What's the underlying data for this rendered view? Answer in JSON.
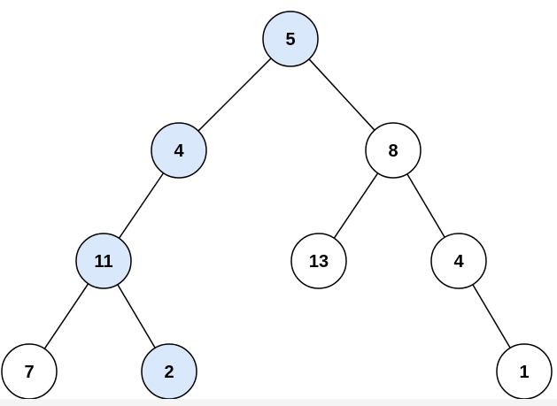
{
  "colors": {
    "highlight_fill": "#dae8fc",
    "normal_fill": "#ffffff",
    "stroke": "#000000"
  },
  "tree": {
    "nodes": [
      {
        "id": "n5",
        "label": "5",
        "highlighted": true
      },
      {
        "id": "n4a",
        "label": "4",
        "highlighted": true
      },
      {
        "id": "n8",
        "label": "8",
        "highlighted": false
      },
      {
        "id": "n11",
        "label": "11",
        "highlighted": true
      },
      {
        "id": "n13",
        "label": "13",
        "highlighted": false
      },
      {
        "id": "n4b",
        "label": "4",
        "highlighted": false
      },
      {
        "id": "n7",
        "label": "7",
        "highlighted": false
      },
      {
        "id": "n2",
        "label": "2",
        "highlighted": true
      },
      {
        "id": "n1",
        "label": "1",
        "highlighted": false
      }
    ],
    "edges": [
      [
        "n5",
        "n4a"
      ],
      [
        "n5",
        "n8"
      ],
      [
        "n4a",
        "n11"
      ],
      [
        "n8",
        "n13"
      ],
      [
        "n8",
        "n4b"
      ],
      [
        "n11",
        "n7"
      ],
      [
        "n11",
        "n2"
      ],
      [
        "n4b",
        "n1"
      ]
    ]
  }
}
